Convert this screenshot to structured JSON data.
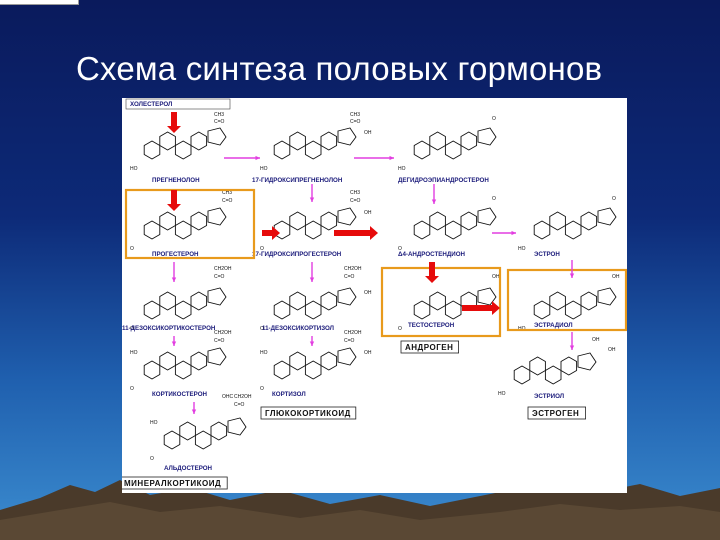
{
  "slide": {
    "title": "Схема синтеза половых гормонов"
  },
  "diagram": {
    "compounds": [
      {
        "id": "cholesterol",
        "label": "ХОЛЕСТЕРОЛ"
      },
      {
        "id": "pregnenolone",
        "label": "ПРЕГНЕНОЛОН"
      },
      {
        "id": "hydroxypregnenolone",
        "label": "17-ГИДРОКСИПРЕГНЕНОЛОН"
      },
      {
        "id": "dhea",
        "label": "ДЕГИДРОЭПИАНДРОСТЕРОН"
      },
      {
        "id": "progesterone",
        "label": "ПРОГЕСТЕРОН"
      },
      {
        "id": "hydroxyprogesterone",
        "label": "17-ГИДРОКСИПРОГЕСТЕРОН"
      },
      {
        "id": "androstenedione",
        "label": "Δ4-АНДРОСТЕНДИОН"
      },
      {
        "id": "estrone",
        "label": "ЭСТРОН"
      },
      {
        "id": "deoxycorticosterone",
        "label": "11-ДЕЗОКСИКОРТИКОСТЕРОН"
      },
      {
        "id": "deoxycortisol",
        "label": "11-ДЕЗОКСИКОРТИЗОЛ"
      },
      {
        "id": "testosterone",
        "label": "ТЕСТОСТЕРОН"
      },
      {
        "id": "estradiol",
        "label": "ЭСТРАДИОЛ"
      },
      {
        "id": "corticosterone",
        "label": "КОРТИКОСТЕРОН"
      },
      {
        "id": "cortisol",
        "label": "КОРТИЗОЛ"
      },
      {
        "id": "estriol",
        "label": "ЭСТРИОЛ"
      },
      {
        "id": "aldosterone",
        "label": "АЛЬДОСТЕРОН"
      }
    ],
    "groups": {
      "androgen": "АНДРОГЕН",
      "glucocorticoid": "ГЛЮКОКОРТИКОИД",
      "estrogen": "ЭСТРОГЕН",
      "mineralocorticoid": "МИНЕРАЛКОРТИКОИД"
    },
    "atoms": {
      "ch3": "CH3",
      "co": "C=O",
      "oh": "OH",
      "ho": "HO",
      "o": "O",
      "ch2oh": "CH2OH",
      "cho": "OHC"
    },
    "colors": {
      "highlight": "#e89a1c",
      "main_arrow": "#e60b0b",
      "side_arrow": "#e23ee0",
      "label": "#1a1a7a"
    }
  }
}
